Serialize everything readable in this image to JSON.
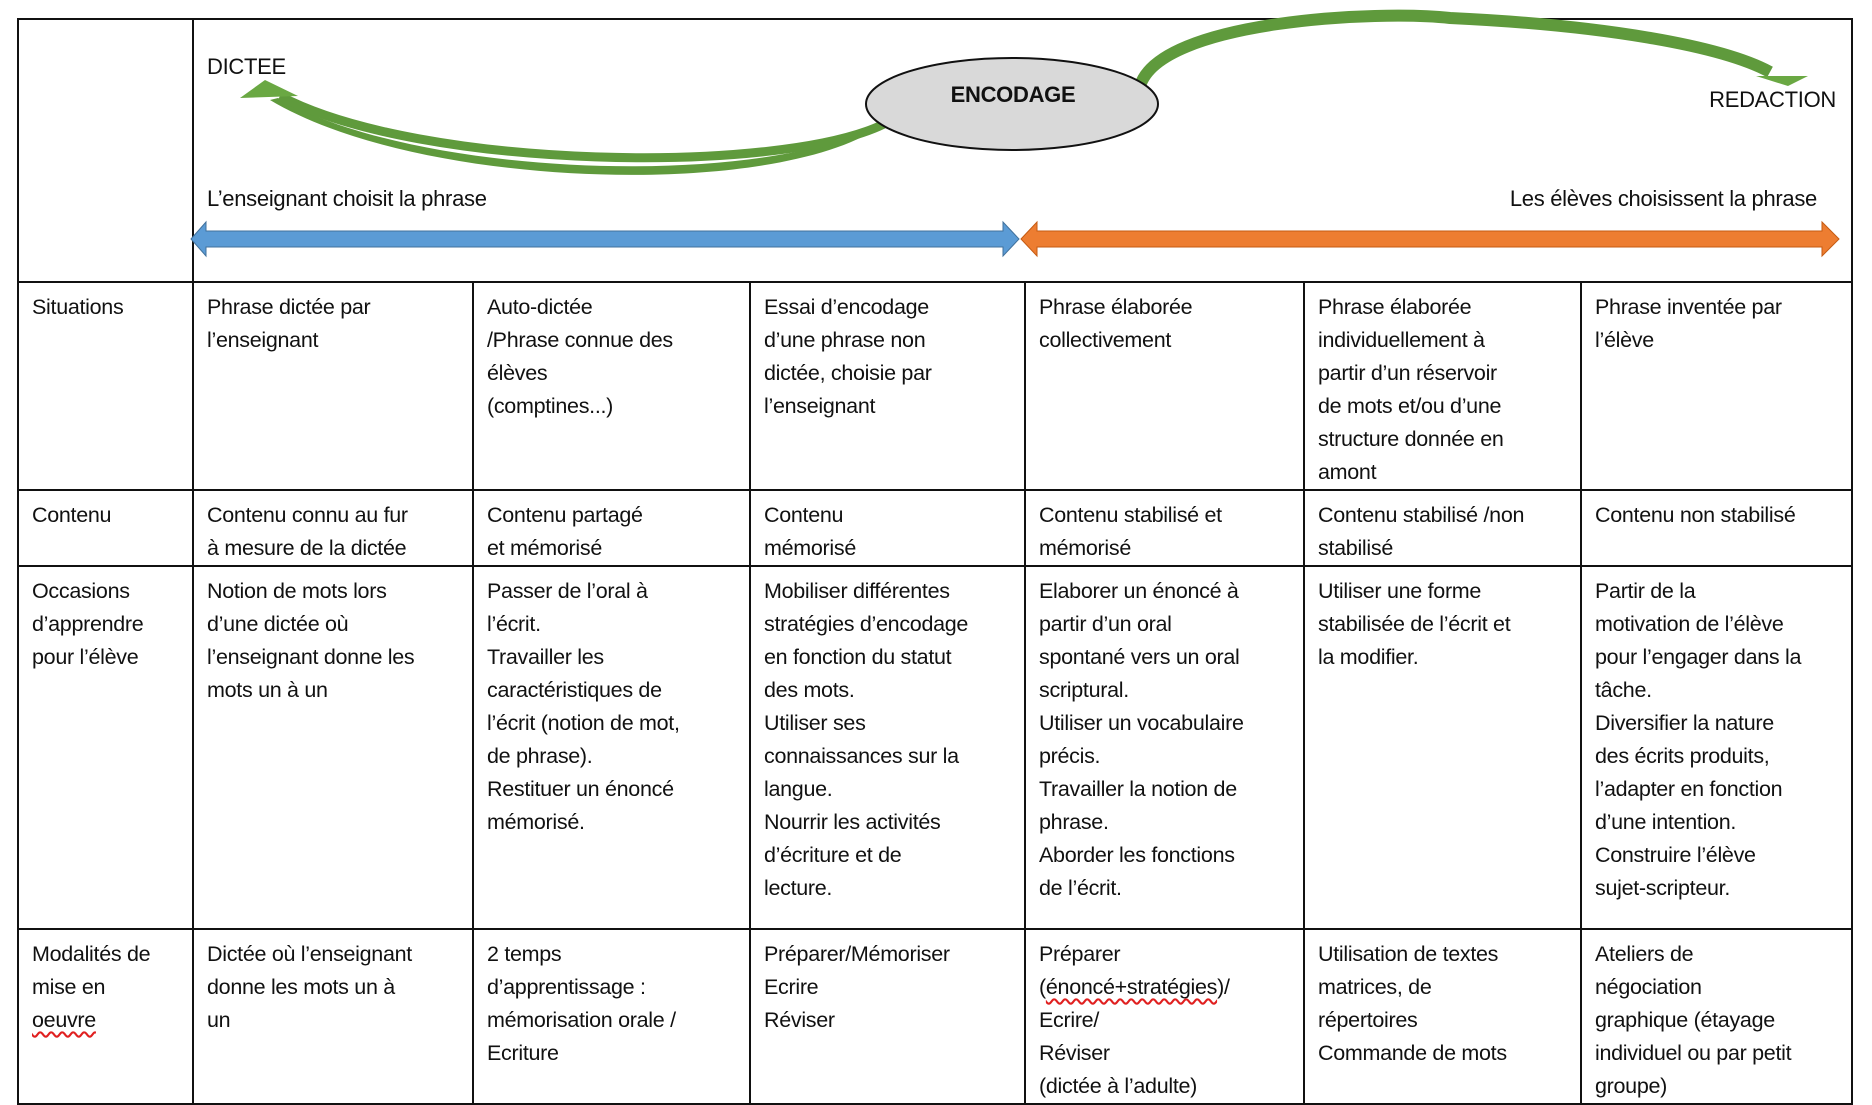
{
  "diagram": {
    "left_label": "DICTEE",
    "center_label": "ENCODAGE",
    "right_label": "REDACTION",
    "teacher_choice": "L’enseignant choisit la phrase",
    "students_choice": "Les élèves choisissent la phrase",
    "colors": {
      "green": "#5f9a3c",
      "blue": "#5b9bd5",
      "orange": "#ed7d31",
      "ellipse": "#d9d9d9"
    }
  },
  "rows": [
    {
      "header": "Situations",
      "cells": [
        "Phrase dictée par\nl’enseignant",
        "Auto-dictée\n/Phrase connue des\nélèves\n(comptines...)",
        "Essai d’encodage\nd’une phrase non\ndictée, choisie par\nl’enseignant",
        "Phrase élaborée\ncollectivement",
        "Phrase élaborée\nindividuellement à\npartir d’un réservoir\nde mots et/ou d’une\nstructure donnée en\namont",
        "Phrase inventée par\nl’élève"
      ]
    },
    {
      "header": "Contenu",
      "cells": [
        "Contenu connu au fur\nà mesure de la dictée",
        "Contenu partagé\net mémorisé",
        "Contenu\nmémorisé",
        "Contenu stabilisé et\nmémorisé",
        "Contenu stabilisé /non\nstabilisé",
        "Contenu non stabilisé"
      ]
    },
    {
      "header": "Occasions\nd’apprendre\npour l’élève",
      "cells": [
        "Notion de mots lors\nd’une dictée où\nl’enseignant donne les\nmots un à un",
        "Passer de l’oral à\nl’écrit.\nTravailler les\ncaractéristiques de\nl’écrit (notion de mot,\nde phrase).\nRestituer un énoncé\nmémorisé.",
        "Mobiliser différentes\nstratégies d’encodage\nen fonction du statut\ndes mots.\nUtiliser ses\nconnaissances sur la\nlangue.\nNourrir les activités\nd’écriture et de\nlecture.",
        "Elaborer un énoncé à\npartir d’un oral\nspontané vers un oral\nscriptural.\nUtiliser un vocabulaire\nprécis.\nTravailler la notion de\nphrase.\nAborder les fonctions\nde l’écrit.",
        "Utiliser une forme\nstabilisée de l’écrit et\nla modifier.",
        "Partir de la\nmotivation de l’élève\npour l’engager dans la\ntâche.\nDiversifier la nature\ndes écrits produits,\nl’adapter en fonction\nd’une intention.\nConstruire l’élève\nsujet-scripteur."
      ]
    },
    {
      "header_a": "Modalités de\nmise en\n",
      "header_b": "oeuvre",
      "cells": [
        "Dictée où l’enseignant\ndonne les mots un à\nun",
        "2 temps\nd’apprentissage :\nmémorisation orale /\nEcriture",
        "Préparer/Mémoriser\nEcrire\nRéviser",
        "",
        "Utilisation de textes\nmatrices, de\nrépertoires\nCommande de mots",
        "Ateliers de\nnégociation\ngraphique (étayage\nindividuel ou par petit\ngroupe)"
      ],
      "cell4_a": "Préparer\n(",
      "cell4_b": "énoncé+stratégies",
      "cell4_c": ")/\nEcrire/\nRéviser\n(dictée à l’adulte)"
    }
  ]
}
